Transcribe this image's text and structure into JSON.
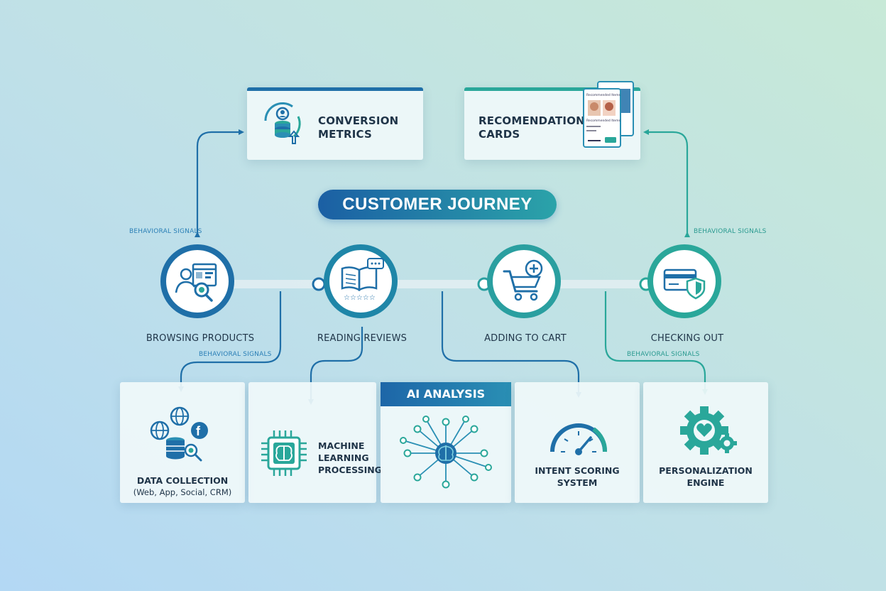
{
  "title": "CUSTOMER JOURNEY",
  "top_cards": {
    "conversion": {
      "line1": "CONVERSION",
      "line2": "METRICS",
      "icon": "database-growth-icon"
    },
    "recommendation": {
      "line1": "RECOMENDATION",
      "line2": "CARDS",
      "icon": "product-cards-icon",
      "mini_title": "Recommended Items",
      "mini_caption": "Recommended Items"
    }
  },
  "stages": [
    {
      "label": "BROWSING PRODUCTS",
      "icon": "browse-search-icon",
      "color": "#1f6fa8"
    },
    {
      "label": "READING REVIEWS",
      "icon": "book-reviews-icon",
      "color": "#1f86a8"
    },
    {
      "label": "ADDING TO CART",
      "icon": "cart-add-icon",
      "color": "#2a9fa0"
    },
    {
      "label": "CHECKING OUT",
      "icon": "card-shield-icon",
      "color": "#2aa79a"
    }
  ],
  "signals": {
    "left_top": "BEHAVIORAL SIGNALS",
    "right_top": "BEHAVIORAL SIGNALS",
    "left_bottom": "BEHAVIORAL SIGNALS",
    "right_bottom": "BEHAVIORAL SIGNALS"
  },
  "bottom": {
    "data_collection": {
      "line1": "DATA COLLECTION",
      "line2": "(Web, App, Social, CRM)",
      "icon": "globe-database-icon"
    },
    "ml": {
      "line1": "MACHINE",
      "line2": "LEARNING",
      "line3": "PROCESSING",
      "icon": "brain-chip-icon"
    },
    "ai": {
      "header": "AI ANALYSIS",
      "icon": "neural-network-icon"
    },
    "intent": {
      "line1": "INTENT SCORING",
      "line2": "SYSTEM",
      "icon": "gauge-icon"
    },
    "personalization": {
      "line1": "PERSONALIZATION",
      "line2": "ENGINE",
      "icon": "gear-heart-icon"
    }
  },
  "colors": {
    "blue": "#1f6fa8",
    "teal": "#2aa79a",
    "dark_text": "#1f3448"
  }
}
